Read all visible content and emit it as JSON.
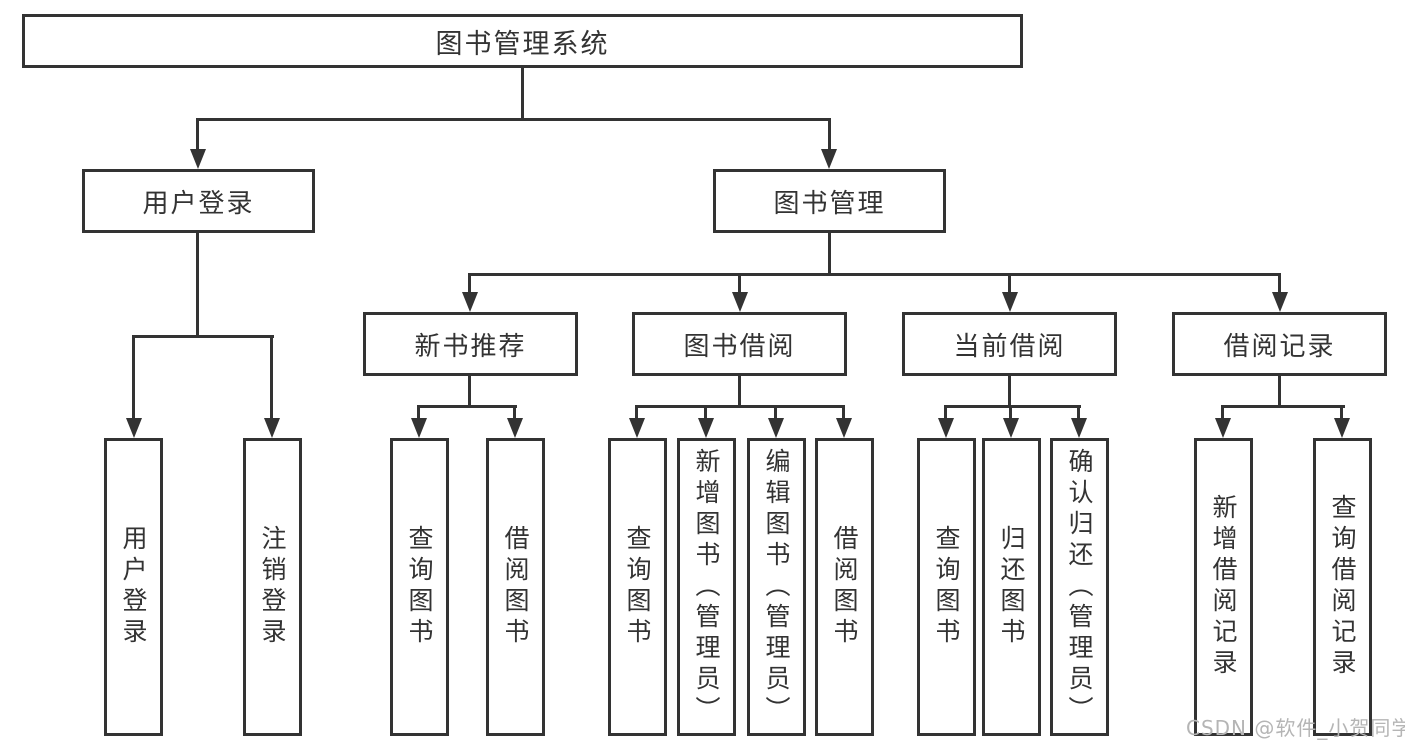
{
  "diagram": {
    "type": "tree-diagram",
    "background": "#ffffff",
    "line_color": "#333333",
    "text_color": "#333333",
    "nodes": {
      "root": "图书管理系统",
      "user_login": "用户登录",
      "book_management": "图书管理",
      "new_book_recommend": "新书推荐",
      "book_borrowing": "图书借阅",
      "current_borrowing": "当前借阅",
      "borrowing_records": "借阅记录",
      "leaf_user_login": "用户登录",
      "leaf_logout": "注销登录",
      "leaf_query_books_a": "查询图书",
      "leaf_borrow_books_a": "借阅图书",
      "leaf_query_books_b": "查询图书",
      "leaf_add_books_admin": "新增图书（管理员）",
      "leaf_edit_books_admin": "编辑图书（管理员）",
      "leaf_borrow_books_b": "借阅图书",
      "leaf_query_books_c": "查询图书",
      "leaf_return_books": "归还图书",
      "leaf_confirm_return_admin": "确认归还（管理员）",
      "leaf_add_borrow_record": "新增借阅记录",
      "leaf_query_borrow_record": "查询借阅记录"
    },
    "hierarchy": {
      "图书管理系统": {
        "用户登录": [
          "用户登录",
          "注销登录"
        ],
        "图书管理": {
          "新书推荐": [
            "查询图书",
            "借阅图书"
          ],
          "图书借阅": [
            "查询图书",
            "新增图书（管理员）",
            "编辑图书（管理员）",
            "借阅图书"
          ],
          "当前借阅": [
            "查询图书",
            "归还图书",
            "确认归还（管理员）"
          ],
          "借阅记录": [
            "新增借阅记录",
            "查询借阅记录"
          ]
        }
      }
    },
    "watermark": {
      "text": "CSDN @软件_小贺同学",
      "color": "#b5b5b5"
    }
  }
}
